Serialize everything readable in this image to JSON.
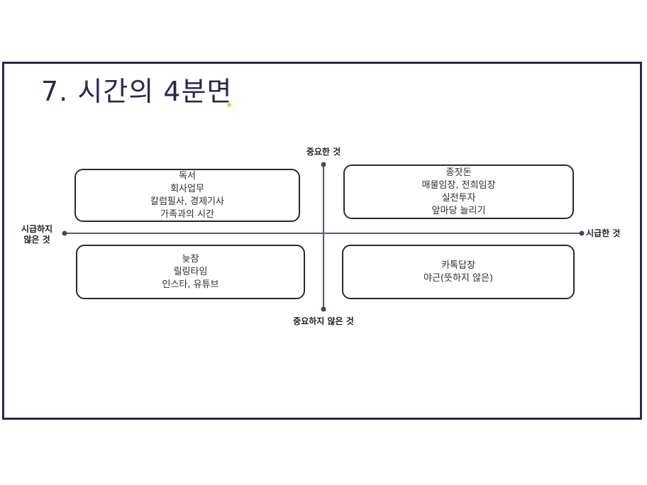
{
  "title": "7. 시간의 4분면",
  "colors": {
    "frame": "#2d2450",
    "axis": "#5a5080",
    "accent_dot": "#e2cf54",
    "box_border": "#2a2a2a"
  },
  "axes": {
    "top": "중요한 것",
    "bottom": "중요하지 않은 것",
    "left_line1": "시급하지",
    "left_line2": "않은 것",
    "right": "시급한 것"
  },
  "quadrants": {
    "top_left": [
      "독서",
      "회사업무",
      "칼럼필사, 경제기사",
      "가족과의 시간"
    ],
    "top_right": [
      "종잣돈",
      "매물임장, 전희임장",
      "실전투자",
      "앞마당 늘리기"
    ],
    "bottom_left": [
      "늦잠",
      "릴링타임",
      "인스타, 유튜브"
    ],
    "bottom_right": [
      "카톡답장",
      "야근(뜻하지 않은)"
    ]
  }
}
